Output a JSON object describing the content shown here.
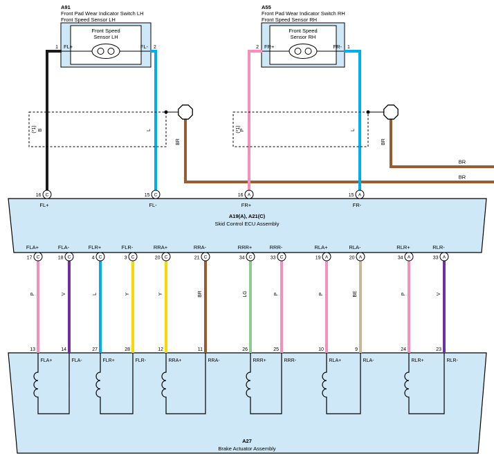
{
  "colors": {
    "band_fill": "#cfe8f7"
  },
  "color_codes": {
    "B": "#1a1a1a",
    "L": "#00aeef",
    "BR": "#9a5b2e",
    "P": "#f590bd",
    "V": "#7030a0",
    "Y": "#f2dc00",
    "LG": "#8fca8f",
    "BE": "#c9b99a"
  },
  "notes": {
    "shield": "(*1)"
  },
  "sensors": {
    "lh": {
      "code": "A91",
      "desc1": "Front Pad Wear Indicator Switch LH",
      "desc2": "Front Speed Sensor LH",
      "box_line1": "Front Speed",
      "box_line2": "Sensor LH",
      "left_pin": "1",
      "left_label": "FL+",
      "right_label": "FL-",
      "right_pin": "2"
    },
    "rh": {
      "code": "A55",
      "desc1": "Front Pad Wear Indicator Switch RH",
      "desc2": "Front Speed Sensor RH",
      "box_line1": "Front Speed",
      "box_line2": "Sensor RH",
      "left_pin": "2",
      "left_label": "FR+",
      "right_label": "FR-",
      "right_pin": "1"
    }
  },
  "top_wires": {
    "fl_plus_code": "B",
    "fl_minus_code": "L",
    "fr_plus_code": "P",
    "fr_minus_code": "L",
    "shield_drain_code": "BR",
    "br_exit_top": "BR",
    "br_exit_bottom": "BR"
  },
  "ecu": {
    "title": "A19(A), A21(C)",
    "subtitle": "Skid Control ECU Assembly",
    "top_pins": [
      {
        "num": "16",
        "conn": "C",
        "label": "FL+"
      },
      {
        "num": "15",
        "conn": "C",
        "label": "FL-"
      },
      {
        "num": "16",
        "conn": "A",
        "label": "FR+"
      },
      {
        "num": "15",
        "conn": "A",
        "label": "FR-"
      }
    ]
  },
  "actuator": {
    "title": "A27",
    "subtitle": "Brake Actuator Assembly"
  },
  "circuits": [
    {
      "ecu_label": "FLA+",
      "ecu_pin": "17",
      "conn": "C",
      "color_code": "P",
      "act_pin": "13",
      "act_label": "FLA+"
    },
    {
      "ecu_label": "FLA-",
      "ecu_pin": "18",
      "conn": "C",
      "color_code": "V",
      "act_pin": "14",
      "act_label": "FLA-"
    },
    {
      "ecu_label": "FLR+",
      "ecu_pin": "4",
      "conn": "C",
      "color_code": "L",
      "act_pin": "27",
      "act_label": "FLR+"
    },
    {
      "ecu_label": "FLR-",
      "ecu_pin": "3",
      "conn": "C",
      "color_code": "Y",
      "act_pin": "28",
      "act_label": "FLR-"
    },
    {
      "ecu_label": "RRA+",
      "ecu_pin": "20",
      "conn": "C",
      "color_code": "Y",
      "act_pin": "12",
      "act_label": "RRA+"
    },
    {
      "ecu_label": "RRA-",
      "ecu_pin": "21",
      "conn": "C",
      "color_code": "BR",
      "act_pin": "11",
      "act_label": "RRA-"
    },
    {
      "ecu_label": "RRR+",
      "ecu_pin": "34",
      "conn": "C",
      "color_code": "LG",
      "act_pin": "26",
      "act_label": "RRR+"
    },
    {
      "ecu_label": "RRR-",
      "ecu_pin": "33",
      "conn": "C",
      "color_code": "P",
      "act_pin": "25",
      "act_label": "RRR-"
    },
    {
      "ecu_label": "RLA+",
      "ecu_pin": "19",
      "conn": "A",
      "color_code": "P",
      "act_pin": "10",
      "act_label": "RLA+"
    },
    {
      "ecu_label": "RLA-",
      "ecu_pin": "20",
      "conn": "A",
      "color_code": "BE",
      "act_pin": "9",
      "act_label": "RLA-"
    },
    {
      "ecu_label": "RLR+",
      "ecu_pin": "34",
      "conn": "A",
      "color_code": "P",
      "act_pin": "24",
      "act_label": "RLR+"
    },
    {
      "ecu_label": "RLR-",
      "ecu_pin": "33",
      "conn": "A",
      "color_code": "V",
      "act_pin": "23",
      "act_label": "RLR-"
    }
  ]
}
